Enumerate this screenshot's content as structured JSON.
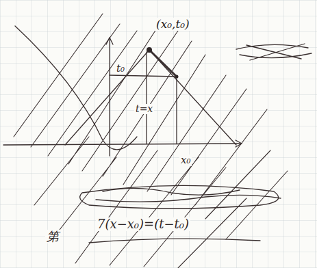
{
  "diagram": {
    "labels": [
      "(x₀,t₀)",
      "t₀",
      "t=x",
      "x₀",
      "第",
      "7(x−x₀)=(t−t₀)"
    ]
  }
}
